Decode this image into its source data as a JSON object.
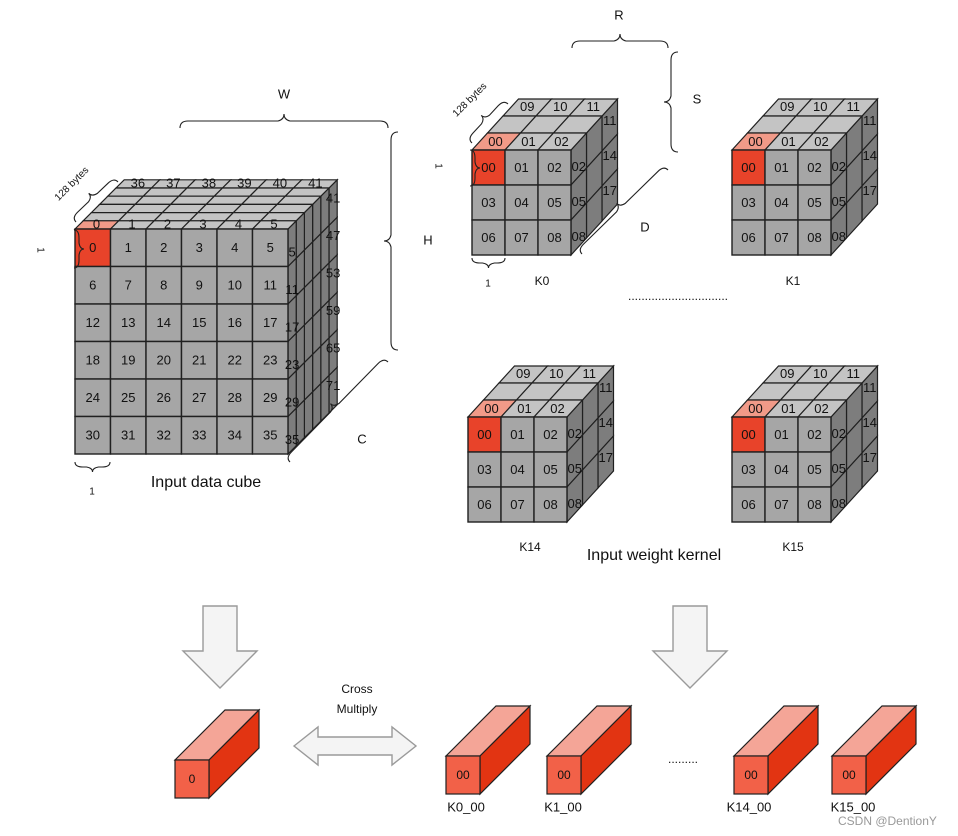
{
  "input_cube": {
    "front_numbers": [
      "0",
      "1",
      "2",
      "3",
      "4",
      "5",
      "6",
      "7",
      "8",
      "9",
      "10",
      "11",
      "12",
      "13",
      "14",
      "15",
      "16",
      "17",
      "18",
      "19",
      "20",
      "21",
      "22",
      "23",
      "24",
      "25",
      "26",
      "27",
      "28",
      "29",
      "30",
      "31",
      "32",
      "33",
      "34",
      "35"
    ],
    "top_front_row": [
      "0",
      "1",
      "2",
      "3",
      "4",
      "5"
    ],
    "top_back_row": [
      "36",
      "37",
      "38",
      "39",
      "40",
      "41"
    ],
    "side_front_col": [
      "5",
      "11",
      "17",
      "23",
      "29",
      "35"
    ],
    "side_back_col": [
      "41",
      "47",
      "53",
      "59",
      "65",
      "71"
    ],
    "dim_w": "W",
    "dim_h": "H",
    "dim_c": "C",
    "dim_128": "128 bytes",
    "dim_1_side": "1",
    "dim_1_bottom": "1",
    "caption": "Input data cube"
  },
  "kernel_cube": {
    "front_numbers": [
      "00",
      "01",
      "02",
      "03",
      "04",
      "05",
      "06",
      "07",
      "08"
    ],
    "top_front_row": [
      "00",
      "01",
      "02"
    ],
    "top_back_row": [
      "09",
      "10",
      "11"
    ],
    "side_front_col": [
      "02",
      "05",
      "08"
    ],
    "side_back_col": [
      "11",
      "14",
      "17"
    ],
    "dim_r": "R",
    "dim_s": "S",
    "dim_d": "D",
    "dim_128": "128 bytes",
    "dim_1_side": "1",
    "dim_1_bottom": "1"
  },
  "kernels": [
    {
      "label": "K0"
    },
    {
      "label": "K1"
    },
    {
      "label": "K14"
    },
    {
      "label": "K15"
    }
  ],
  "kernel_dots": "..............................",
  "kernel_caption": "Input weight kernel",
  "cross_multiply": "Cross\nMultiply",
  "bottom_input_value": "0",
  "bottom_kernels": [
    {
      "value": "00",
      "label": "K0_00"
    },
    {
      "value": "00",
      "label": "K1_00"
    },
    {
      "value": "00",
      "label": "K14_00"
    },
    {
      "value": "00",
      "label": "K15_00"
    }
  ],
  "bottom_dots": ".........",
  "watermark": "CSDN @DentionY",
  "colors": {
    "cell_fill": "#a6a6a6",
    "side_fill": "#7d7d7d",
    "top_fill": "#c4c4c4",
    "highlight": "#e8432a",
    "highlight_top": "#f19a88",
    "bar_front": "#f26148",
    "bar_top": "#f4a597",
    "bar_side": "#e23412",
    "arrow_fill": "#f4f4f4",
    "arrow_stroke": "#9a9a9a"
  }
}
